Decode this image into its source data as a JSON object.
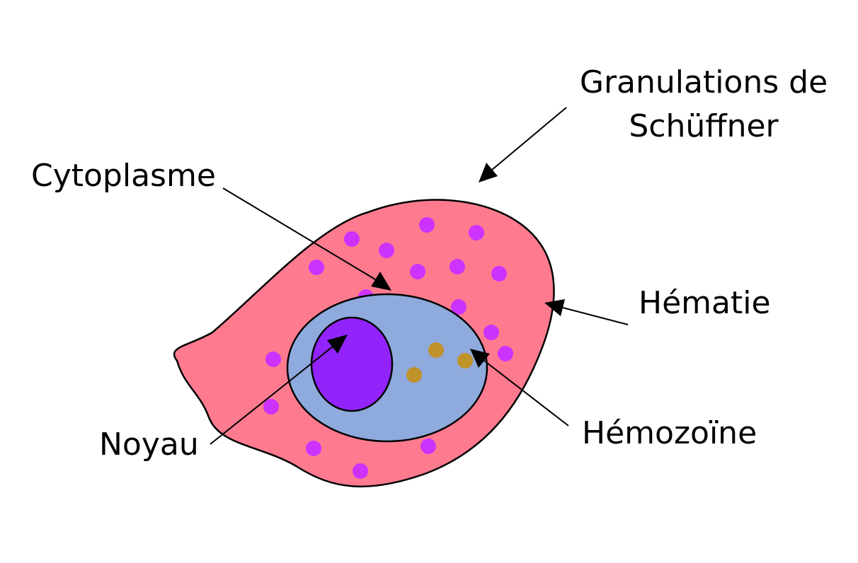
{
  "labels": {
    "granulations": "Granulations de Schüffner",
    "cytoplasme": "Cytoplasme",
    "hematie": "Hématie",
    "noyau": "Noyau",
    "hemozoine": "Hémozoïne"
  },
  "colors": {
    "hematie_fill": "#fd7a8f",
    "cytoplasm_fill": "#8faadc",
    "nucleus_fill": "#9224fb",
    "granule_fill": "#cc33ff",
    "hemozoin_fill": "#c0922a",
    "stroke": "#000000"
  }
}
